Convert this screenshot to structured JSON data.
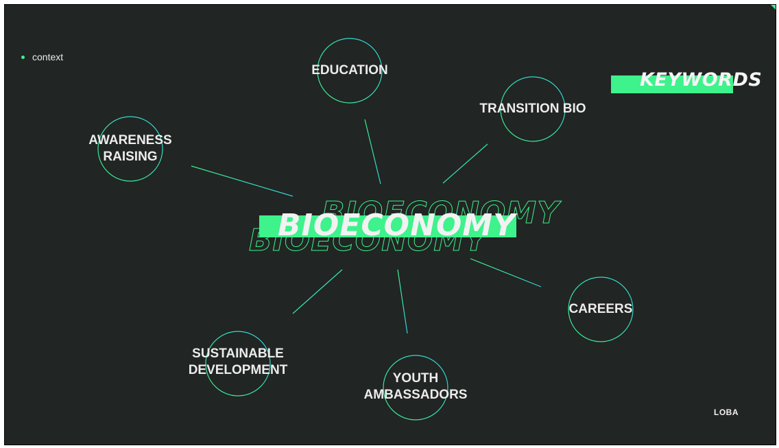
{
  "context": {
    "bullet_label": "context"
  },
  "keywords": {
    "label": "KEYWORDS"
  },
  "center": {
    "label": "BIOECONOMY"
  },
  "nodes": {
    "education": "EDUCATION",
    "transition_bio": "TRANSITION BIO",
    "awareness_raising": "AWARENESS\nRAISING",
    "careers": "CAREERS",
    "sustainable_development": "SUSTAINABLE\nDEVELOPMENT",
    "youth_ambassadors": "YOUTH\nAMBASSADORS"
  },
  "logo": {
    "text": "LOBA"
  },
  "colors": {
    "background": "#212523",
    "accent_green": "#3ef28c",
    "accent_cyan": "#2ed3e0",
    "text": "#ececec"
  }
}
